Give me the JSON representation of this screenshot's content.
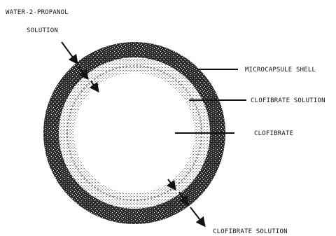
{
  "labels": {
    "inflow_line1": "WATER-2-PROPANOL",
    "inflow_line2": "SOLUTION",
    "shell": "MICROCAPSULE SHELL",
    "solution": "CLOFIBRATE SOLUTION",
    "core": "CLOFIBRATE",
    "outflow": "CLOFIBRATE SOLUTION"
  },
  "colors": {
    "ink": "#111111",
    "background": "#ffffff"
  }
}
